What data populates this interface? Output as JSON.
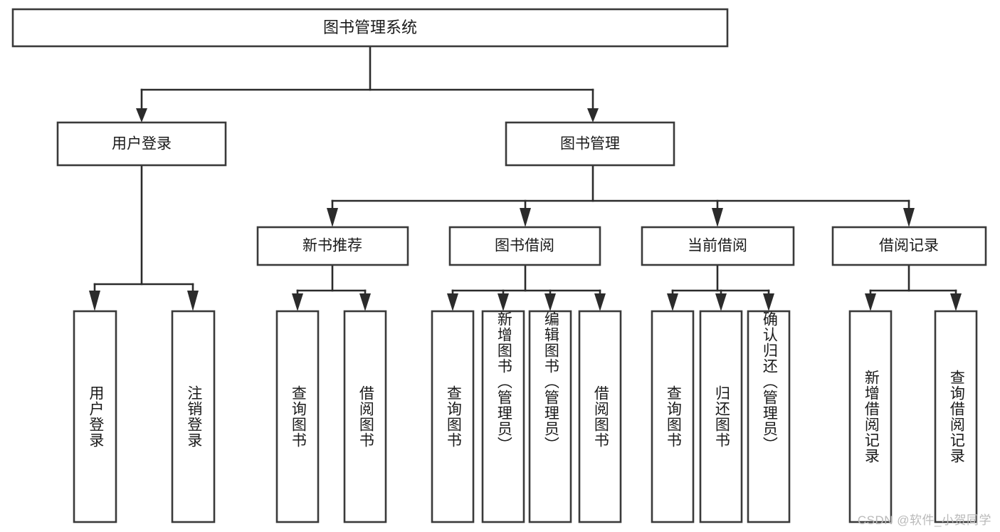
{
  "diagram": {
    "type": "tree",
    "title": "图书管理系统",
    "watermark": "CSDN @软件_小贺同学",
    "colors": {
      "box_stroke": "#3a3a3a",
      "connector": "#2b2b2b",
      "background": "#ffffff",
      "text": "#1a1a1a",
      "watermark": "#b9b9b9"
    },
    "levels": {
      "root": {
        "label": "图书管理系统"
      },
      "level2": [
        {
          "label": "用户登录"
        },
        {
          "label": "图书管理"
        }
      ],
      "level3": [
        {
          "label": "新书推荐"
        },
        {
          "label": "图书借阅"
        },
        {
          "label": "当前借阅"
        },
        {
          "label": "借阅记录"
        }
      ],
      "leaves": {
        "user_login": [
          {
            "label": "用户登录"
          },
          {
            "label": "注销登录"
          }
        ],
        "new_book_recommend": [
          {
            "label": "查询图书"
          },
          {
            "label": "借阅图书"
          }
        ],
        "book_borrow": [
          {
            "label": "查询图书"
          },
          {
            "label": "新增图书（管理员）"
          },
          {
            "label": "编辑图书（管理员）"
          },
          {
            "label": "借阅图书"
          }
        ],
        "current_borrow": [
          {
            "label": "查询图书"
          },
          {
            "label": "归还图书"
          },
          {
            "label": "确认归还（管理员）"
          }
        ],
        "borrow_record": [
          {
            "label": "新增借阅记录"
          },
          {
            "label": "查询借阅记录"
          }
        ]
      }
    }
  }
}
